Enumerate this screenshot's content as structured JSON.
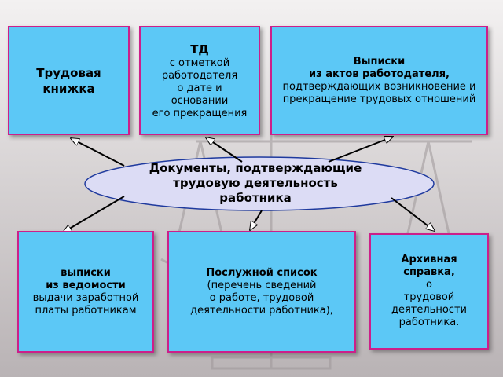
{
  "center": {
    "lines": [
      "Документы, подтверждающие",
      "трудовую деятельность",
      "работника"
    ]
  },
  "top_boxes": [
    {
      "lines": [
        "Трудовая",
        "книжка"
      ]
    },
    {
      "lines": [
        "ТД",
        "с отметкой",
        "работодателя",
        "о дате и",
        "основании",
        "его прекращения"
      ]
    },
    {
      "lines": [
        "Выписки",
        "из актов работодателя,",
        "подтверждающих возникновение и",
        "прекращение трудовых отношений"
      ]
    }
  ],
  "bottom_boxes": [
    {
      "lines": [
        "выписки",
        "из ведомости",
        "выдачи заработной",
        "платы работникам"
      ]
    },
    {
      "lines": [
        "Послужной список",
        "(перечень сведений",
        "о работе, трудовой",
        "деятельности работника),"
      ]
    },
    {
      "lines": [
        "Архивная",
        "справка,",
        "о",
        "трудовой",
        "деятельности",
        "работника."
      ]
    }
  ],
  "colors": {
    "box_fill": "#5cc8f6",
    "box_border": "#cc1f8a",
    "ellipse_fill": "#dcdcf5",
    "ellipse_border": "#1f3a9e",
    "arrow": "#000000"
  }
}
